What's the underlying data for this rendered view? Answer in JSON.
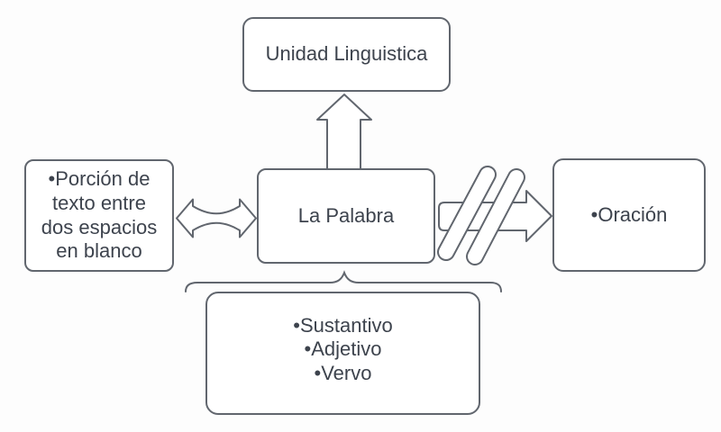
{
  "diagram": {
    "background_color": "#fdfdfd",
    "shape_fill_color": "#ffffff",
    "stroke_color": "#61666e",
    "text_color": "#3d434d",
    "nodes": {
      "unidad_linguistica": {
        "label": "Unidad Linguistica"
      },
      "definicion": {
        "label": "•Porción de\ntexto entre\ndos espacios\nen blanco"
      },
      "la_palabra": {
        "label": "La Palabra"
      },
      "oracion": {
        "label": "•Oración"
      },
      "categorias": {
        "label": "•Sustantivo\n•Adjetivo\n•Vervo"
      }
    },
    "connectors": [
      {
        "icon": "up-block-arrow-icon",
        "from": "la_palabra",
        "to": "unidad_linguistica"
      },
      {
        "icon": "left-right-block-arrow-icon",
        "from": "definicion",
        "to": "la_palabra"
      },
      {
        "icon": "right-block-arrow-icon",
        "from": "la_palabra",
        "to": "oracion",
        "modifier": "double-slash-icon"
      },
      {
        "icon": "curly-brace-icon",
        "from": "la_palabra",
        "to": "categorias"
      }
    ]
  }
}
